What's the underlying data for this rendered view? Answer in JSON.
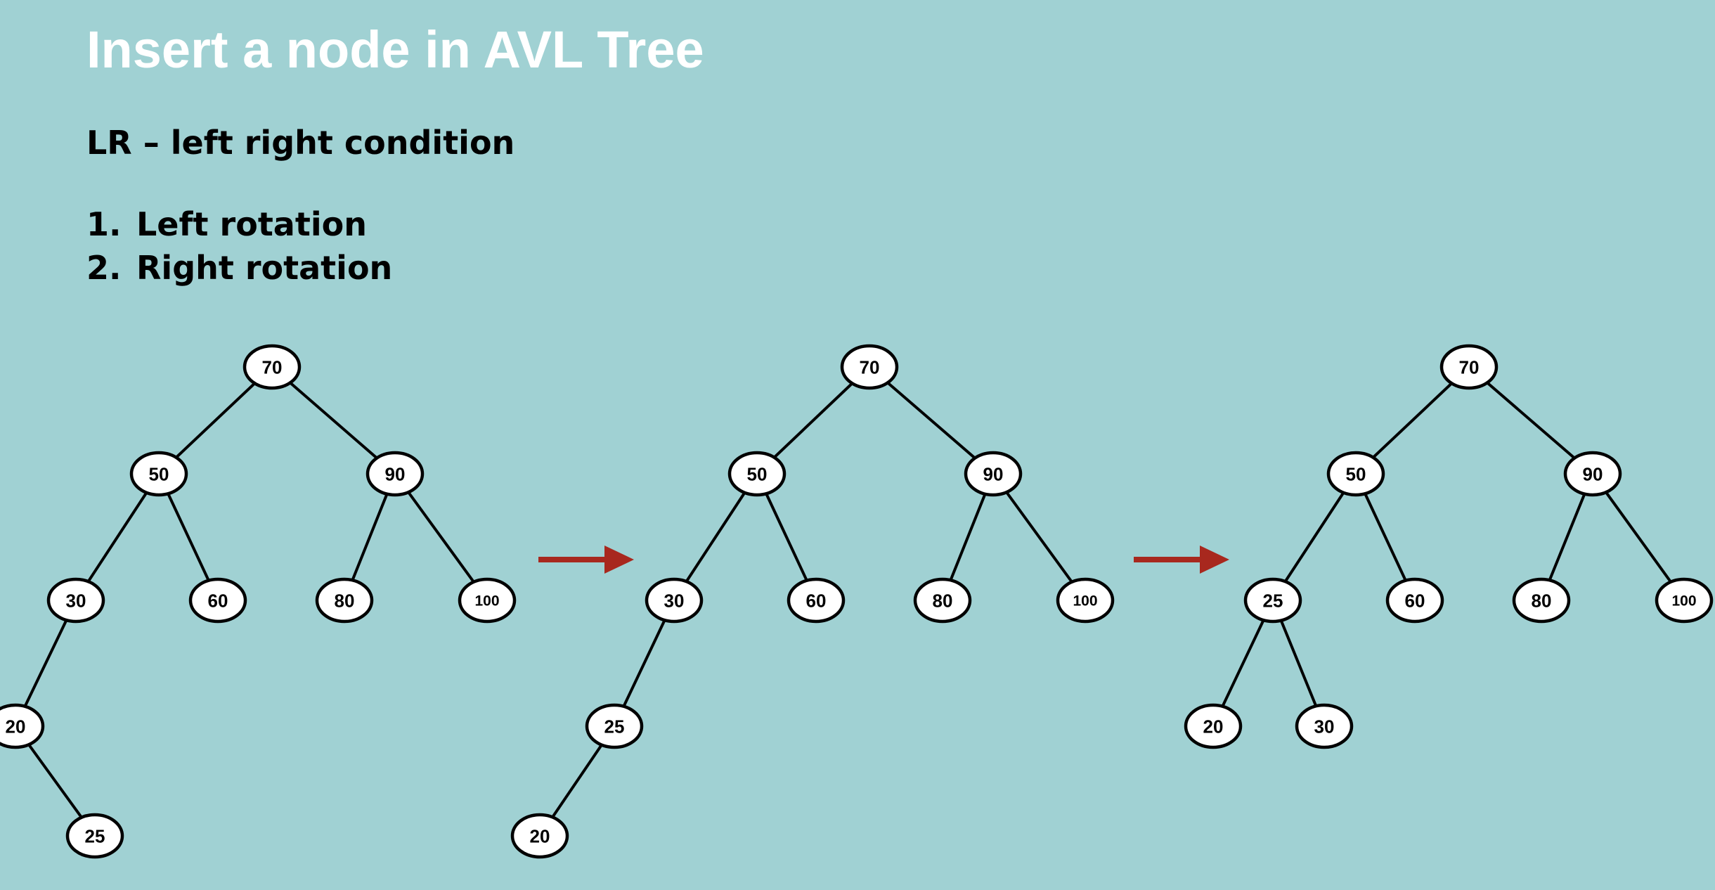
{
  "title": "Insert a node in AVL Tree",
  "subtitle": "LR – left right condition",
  "steps": [
    {
      "number": "1.",
      "text": "Left rotation"
    },
    {
      "number": "2.",
      "text": "Right rotation"
    }
  ],
  "colors": {
    "background": "#a0d1d3",
    "title": "#ffffff",
    "arrow": "#a8281e",
    "node_fill": "#ffffff",
    "node_stroke": "#000000"
  },
  "trees": [
    {
      "name": "before",
      "nodes": [
        {
          "id": "n70",
          "label": "70"
        },
        {
          "id": "n50",
          "label": "50"
        },
        {
          "id": "n90",
          "label": "90"
        },
        {
          "id": "n30",
          "label": "30"
        },
        {
          "id": "n60",
          "label": "60"
        },
        {
          "id": "n80",
          "label": "80"
        },
        {
          "id": "n100",
          "label": "100"
        },
        {
          "id": "n20",
          "label": "20"
        },
        {
          "id": "n25",
          "label": "25"
        }
      ],
      "edges": [
        [
          "n70",
          "n50"
        ],
        [
          "n70",
          "n90"
        ],
        [
          "n50",
          "n30"
        ],
        [
          "n50",
          "n60"
        ],
        [
          "n90",
          "n80"
        ],
        [
          "n90",
          "n100"
        ],
        [
          "n30",
          "n20"
        ],
        [
          "n20",
          "n25"
        ]
      ]
    },
    {
      "name": "after-left-rotation",
      "nodes": [
        {
          "id": "n70",
          "label": "70"
        },
        {
          "id": "n50",
          "label": "50"
        },
        {
          "id": "n90",
          "label": "90"
        },
        {
          "id": "n30",
          "label": "30"
        },
        {
          "id": "n60",
          "label": "60"
        },
        {
          "id": "n80",
          "label": "80"
        },
        {
          "id": "n100",
          "label": "100"
        },
        {
          "id": "n25",
          "label": "25"
        },
        {
          "id": "n20",
          "label": "20"
        }
      ],
      "edges": [
        [
          "n70",
          "n50"
        ],
        [
          "n70",
          "n90"
        ],
        [
          "n50",
          "n30"
        ],
        [
          "n50",
          "n60"
        ],
        [
          "n90",
          "n80"
        ],
        [
          "n90",
          "n100"
        ],
        [
          "n30",
          "n25"
        ],
        [
          "n25",
          "n20"
        ]
      ]
    },
    {
      "name": "after-right-rotation",
      "nodes": [
        {
          "id": "n70",
          "label": "70"
        },
        {
          "id": "n50",
          "label": "50"
        },
        {
          "id": "n90",
          "label": "90"
        },
        {
          "id": "n25",
          "label": "25"
        },
        {
          "id": "n60",
          "label": "60"
        },
        {
          "id": "n80",
          "label": "80"
        },
        {
          "id": "n100",
          "label": "100"
        },
        {
          "id": "n20",
          "label": "20"
        },
        {
          "id": "n30",
          "label": "30"
        }
      ],
      "edges": [
        [
          "n70",
          "n50"
        ],
        [
          "n70",
          "n90"
        ],
        [
          "n50",
          "n25"
        ],
        [
          "n50",
          "n60"
        ],
        [
          "n90",
          "n80"
        ],
        [
          "n90",
          "n100"
        ],
        [
          "n25",
          "n20"
        ],
        [
          "n25",
          "n30"
        ]
      ]
    }
  ],
  "arrows": [
    {
      "from": "before",
      "to": "after-left-rotation"
    },
    {
      "from": "after-left-rotation",
      "to": "after-right-rotation"
    }
  ]
}
